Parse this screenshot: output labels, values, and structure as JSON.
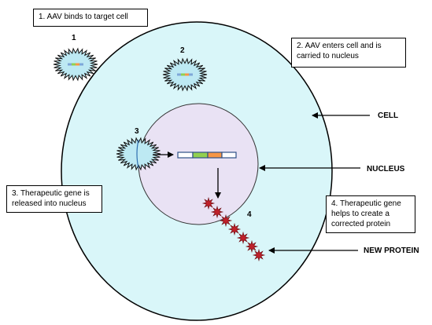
{
  "labels": {
    "step1": "1.  AAV binds to target cell",
    "step2_line1": "2.  AAV enters cell and is",
    "step2_line2": "carried to nucleus",
    "step3_line1": "3. Therapeutic gene is",
    "step3_line2": "released into nucleus",
    "step4_line1": "4. Therapeutic gene",
    "step4_line2": "helps to create a",
    "step4_line3": "corrected protein",
    "cell": "CELL",
    "nucleus": "NUCLEUS",
    "new_protein": "NEW PROTEIN"
  },
  "numbers": {
    "n1": "1",
    "n2": "2",
    "n3": "3",
    "n4": "4"
  },
  "colors": {
    "cell_fill": "#d9f6f9",
    "nucleus_fill": "#e9e2f4",
    "virus_fill": "#bde9f3",
    "protein_fill": "#c0202a",
    "gene_segments": [
      "#ffffff",
      "#92d050",
      "#f79646",
      "#ffffff"
    ],
    "gene_outline": "#2e4f87"
  }
}
